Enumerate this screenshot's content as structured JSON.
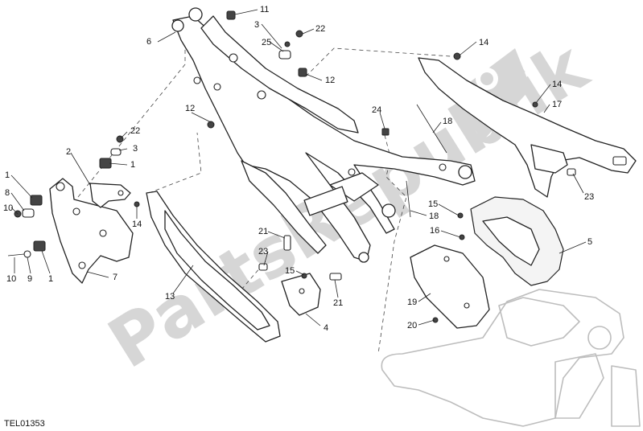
{
  "drawing_code": "TEL01353",
  "watermark": "PartsRepublik",
  "callouts": [
    {
      "id": "c1a",
      "text": "1"
    },
    {
      "id": "c1b",
      "text": "1"
    },
    {
      "id": "c1c",
      "text": "1"
    },
    {
      "id": "c2",
      "text": "2"
    },
    {
      "id": "c3a",
      "text": "3"
    },
    {
      "id": "c3b",
      "text": "3"
    },
    {
      "id": "c4",
      "text": "4"
    },
    {
      "id": "c5",
      "text": "5"
    },
    {
      "id": "c6",
      "text": "6"
    },
    {
      "id": "c7",
      "text": "7"
    },
    {
      "id": "c8",
      "text": "8"
    },
    {
      "id": "c9",
      "text": "9"
    },
    {
      "id": "c10a",
      "text": "10"
    },
    {
      "id": "c10b",
      "text": "10"
    },
    {
      "id": "c11",
      "text": "11"
    },
    {
      "id": "c12a",
      "text": "12"
    },
    {
      "id": "c12b",
      "text": "12"
    },
    {
      "id": "c13",
      "text": "13"
    },
    {
      "id": "c14a",
      "text": "14"
    },
    {
      "id": "c14b",
      "text": "14"
    },
    {
      "id": "c14c",
      "text": "14"
    },
    {
      "id": "c15a",
      "text": "15"
    },
    {
      "id": "c15b",
      "text": "15"
    },
    {
      "id": "c16",
      "text": "16"
    },
    {
      "id": "c17",
      "text": "17"
    },
    {
      "id": "c18a",
      "text": "18"
    },
    {
      "id": "c18b",
      "text": "18"
    },
    {
      "id": "c19",
      "text": "19"
    },
    {
      "id": "c20",
      "text": "20"
    },
    {
      "id": "c21a",
      "text": "21"
    },
    {
      "id": "c21b",
      "text": "21"
    },
    {
      "id": "c22a",
      "text": "22"
    },
    {
      "id": "c22b",
      "text": "22"
    },
    {
      "id": "c23a",
      "text": "23"
    },
    {
      "id": "c23b",
      "text": "23"
    },
    {
      "id": "c24",
      "text": "24"
    },
    {
      "id": "c25",
      "text": "25"
    }
  ],
  "icons": [
    "gear-logo-icon"
  ],
  "colors": {
    "line": "#222222",
    "watermark": "#d6d6d6",
    "ghost": "#bdbdbd"
  }
}
